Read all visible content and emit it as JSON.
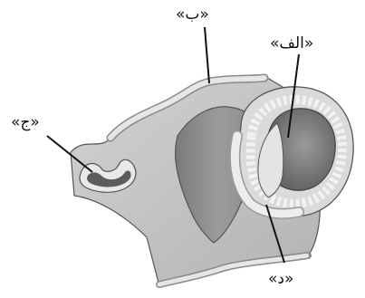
{
  "labels": {
    "a": "«الف»",
    "b": "«ب»",
    "c": "«ج»",
    "d": "«د»"
  },
  "colors": {
    "tissue_light": "#cfcfcf",
    "tissue_mid": "#a9a9a9",
    "tissue_dark": "#6f6f6f",
    "cell_fill": "#e6e6e6",
    "outline": "#555555",
    "leader_line": "#111111"
  }
}
